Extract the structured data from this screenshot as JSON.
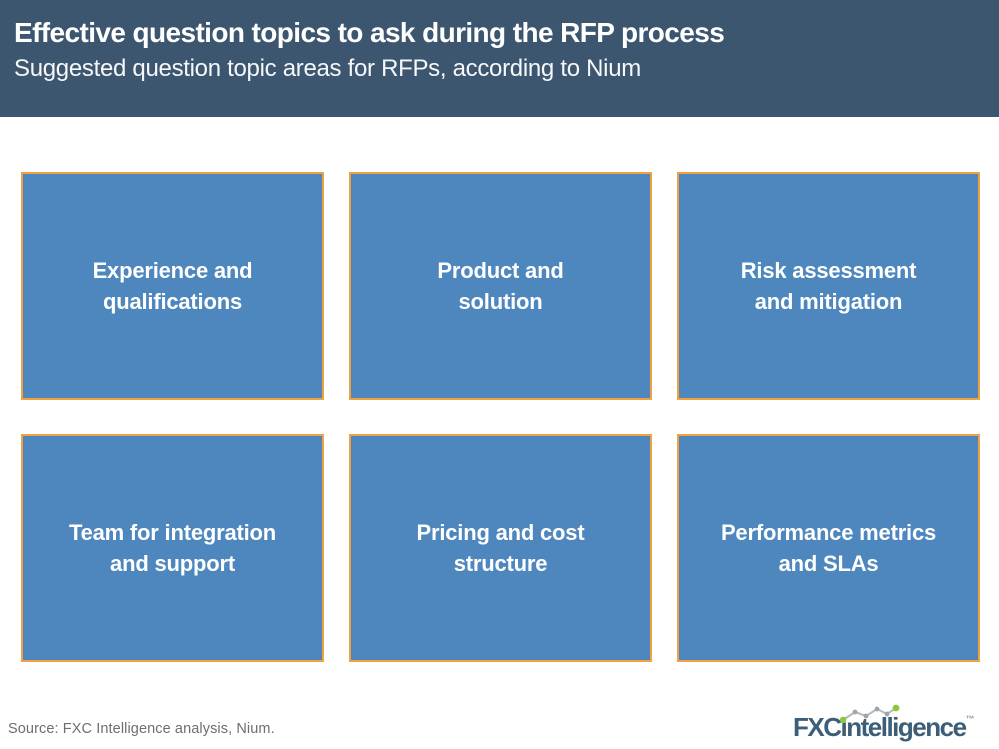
{
  "header": {
    "title": "Effective question topics to ask during the RFP process",
    "subtitle": "Suggested question topic areas for RFPs, according to Nium",
    "background_color": "#3C5670",
    "text_color": "#FFFFFF"
  },
  "topics": [
    {
      "label": "Experience and\nqualifications"
    },
    {
      "label": "Product and\nsolution"
    },
    {
      "label": "Risk assessment\nand mitigation"
    },
    {
      "label": "Team for integration\nand support"
    },
    {
      "label": "Pricing and cost\nstructure"
    },
    {
      "label": "Performance metrics\nand SLAs"
    }
  ],
  "box_style": {
    "fill_color": "#4E87BE",
    "border_color": "#F0A140",
    "text_color": "#FFFFFF"
  },
  "footer": {
    "source": "Source: FXC Intelligence analysis, Nium.",
    "logo": {
      "text_bold": "FXC",
      "text_rest": "intelligence",
      "trademark": "™",
      "color": "#3C5E78",
      "accent_green": "#8DC63F",
      "line_gray": "#B6BABD"
    }
  }
}
